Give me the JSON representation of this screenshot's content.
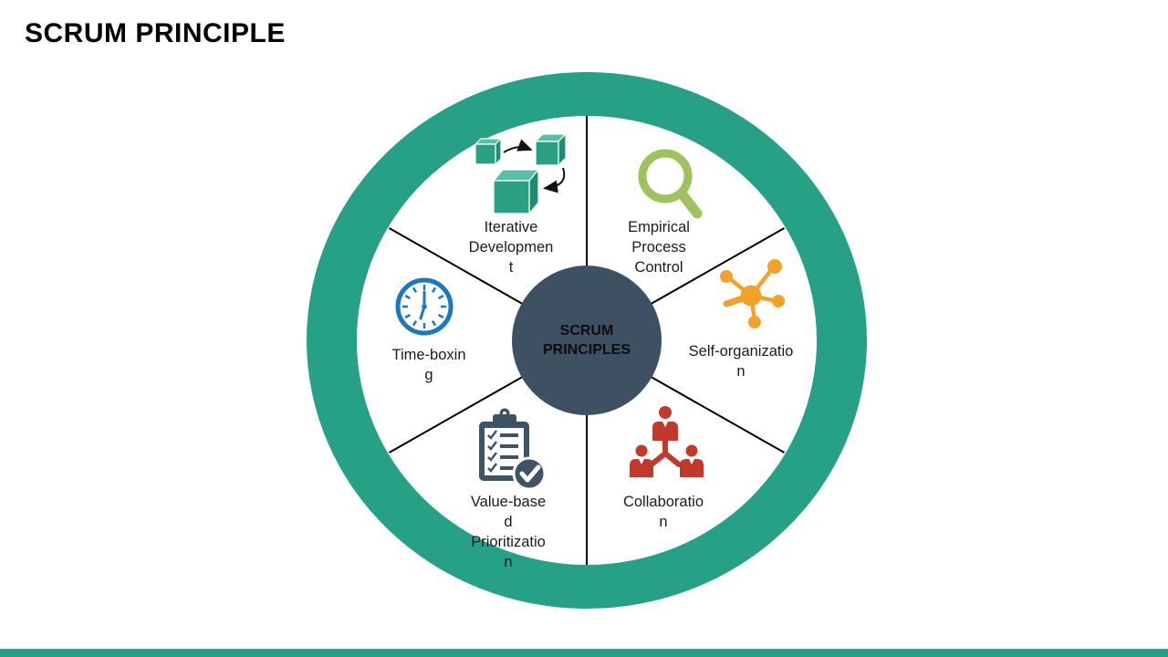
{
  "page": {
    "title": "SCRUM PRINCIPLE",
    "background": "#ffffff"
  },
  "colors": {
    "ring": "#26A186",
    "bottom_bar": "#26A186",
    "hub": "#3D5163",
    "divider": "#000000",
    "cubes_icon": "#2BA084",
    "magnifier_icon": "#9DC35F",
    "network_icon": "#F2A22B",
    "team_icon": "#C1392B",
    "checklist_icon": "#3E5366",
    "clock_icon": "#1878C2"
  },
  "wheel": {
    "center_label_lines": {
      "0": "SCRUM",
      "1": "PRINCIPLES"
    },
    "segments": [
      {
        "id": "iterative-development",
        "label": "Iterative Development",
        "icon": "cubes-icon",
        "lines": {
          "0": "Iterative",
          "1": "Developmen",
          "2": "t"
        }
      },
      {
        "id": "empirical-process-control",
        "label": "Empirical Process Control",
        "icon": "magnifier-icon",
        "lines": {
          "0": "Empirical",
          "1": "Process",
          "2": "Control"
        }
      },
      {
        "id": "self-organization",
        "label": "Self-organization",
        "icon": "network-icon",
        "lines": {
          "0": "Self-organizatio",
          "1": "n"
        }
      },
      {
        "id": "collaboration",
        "label": "Collaboration",
        "icon": "team-icon",
        "lines": {
          "0": "Collaboratio",
          "1": "n"
        }
      },
      {
        "id": "value-based-prioritization",
        "label": "Value-based Prioritization",
        "icon": "checklist-icon",
        "lines": {
          "0": "Value-base",
          "1": "d",
          "2": "Prioritizatio",
          "3": "n"
        }
      },
      {
        "id": "time-boxing",
        "label": "Time-boxing",
        "icon": "clock-icon",
        "lines": {
          "0": "Time-boxin",
          "1": "g"
        }
      }
    ]
  }
}
